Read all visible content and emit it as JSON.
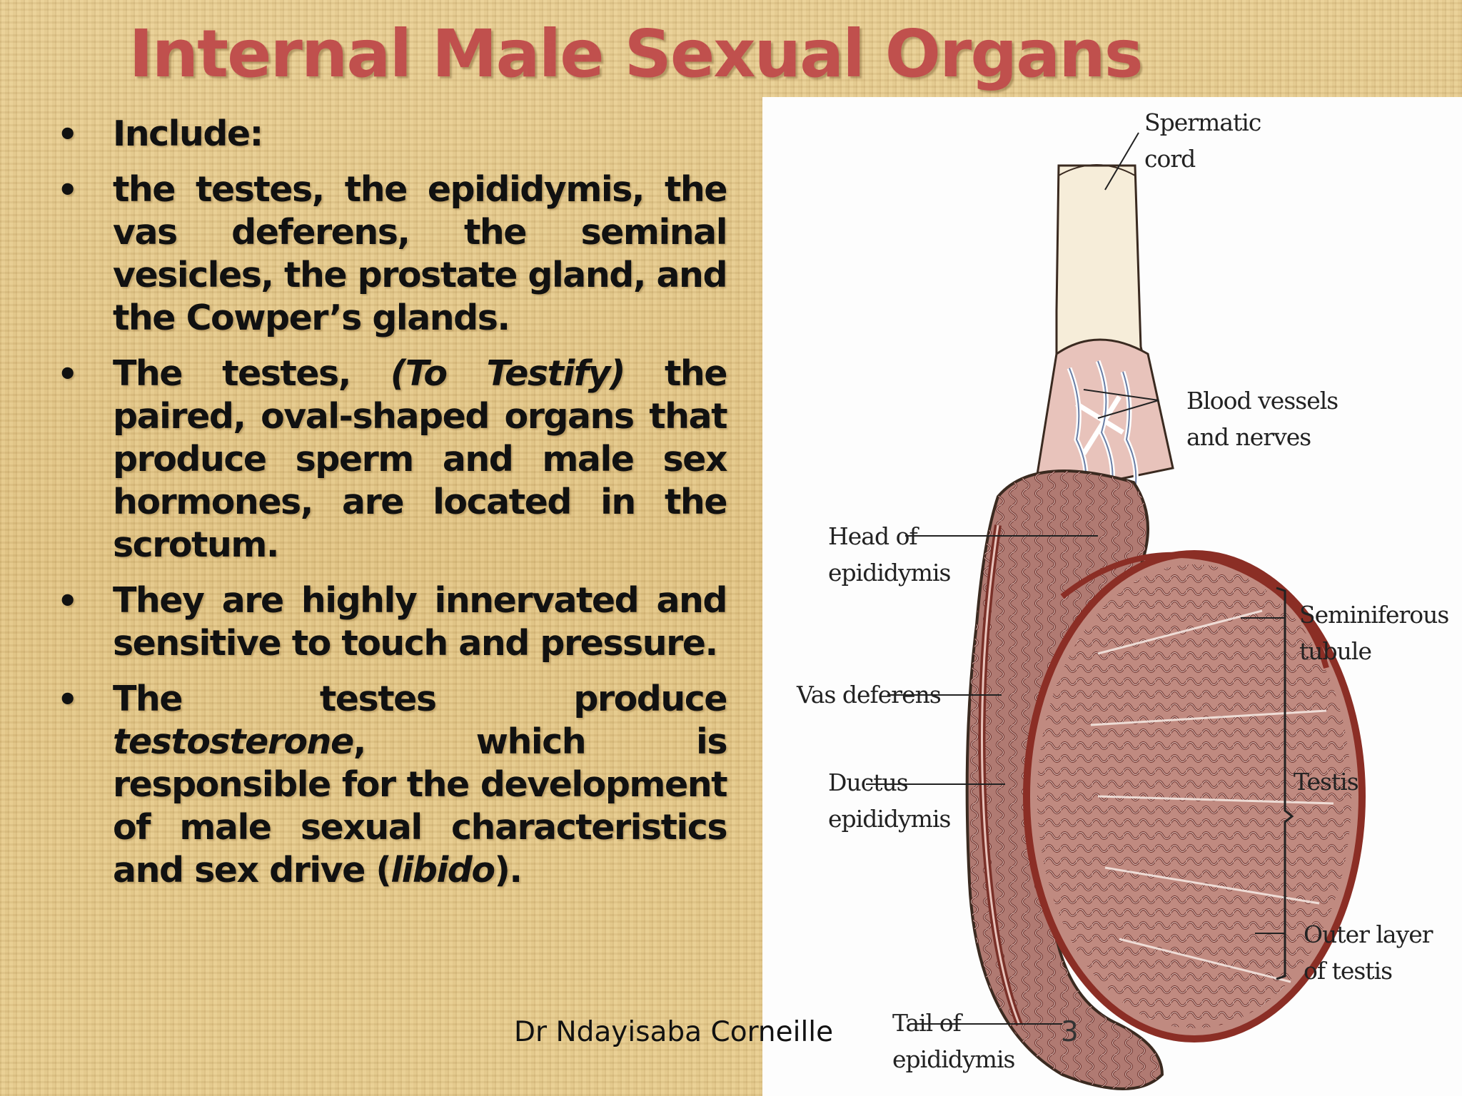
{
  "slide": {
    "title": "Internal Male Sexual Organs",
    "bullets": [
      {
        "parts": [
          "Include:"
        ]
      },
      {
        "parts": [
          "the testes, the epididymis, the vas deferens, the seminal vesicles, the prostate gland, and the Cowper’s glands."
        ]
      },
      {
        "parts": [
          "The testes, ",
          "(To Testify)",
          " the paired, oval-shaped organs that produce sperm and male sex hormones, are located in the scrotum."
        ]
      },
      {
        "parts": [
          "They are highly innervated and sensitive to touch and pressure."
        ]
      },
      {
        "parts": [
          "The testes produce ",
          "testosterone",
          ", which is responsible for the development of male sexual characteristics and sex drive (",
          "libido",
          ")."
        ]
      }
    ],
    "footer": "Dr Ndayisaba Corneille",
    "page_number": "3"
  },
  "figure": {
    "labels": {
      "spermatic_cord": [
        "Spermatic",
        "cord"
      ],
      "blood_vessels": [
        "Blood vessels",
        "and nerves"
      ],
      "head_epididymis": [
        "Head of",
        "epididymis"
      ],
      "seminiferous": [
        "Seminiferous",
        "tubule"
      ],
      "vas_deferens": [
        "Vas deferens"
      ],
      "ductus": [
        "Ductus",
        "epididymis"
      ],
      "testis": [
        "Testis"
      ],
      "outer_layer": [
        "Outer layer",
        "of testis"
      ],
      "tail": [
        "Tail of",
        "epididymis"
      ]
    }
  }
}
